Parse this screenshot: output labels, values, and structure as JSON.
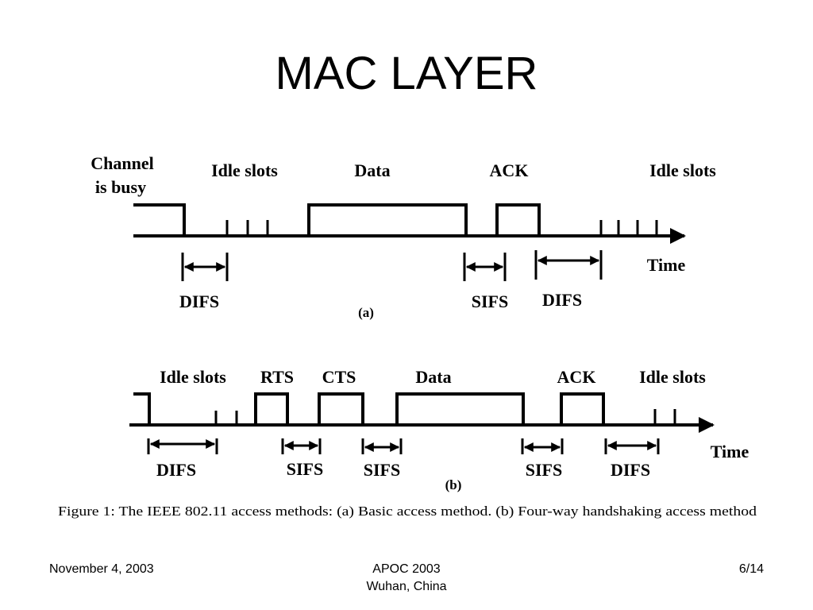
{
  "slide": {
    "title": "MAC LAYER"
  },
  "diagram_a": {
    "label": "(a)",
    "channel_line1": "Channel",
    "channel_line2": "is busy",
    "idle_slots_1": "Idle slots",
    "data": "Data",
    "ack": "ACK",
    "idle_slots_2": "Idle slots",
    "time": "Time",
    "difs_1": "DIFS",
    "sifs": "SIFS",
    "difs_2": "DIFS"
  },
  "diagram_b": {
    "label": "(b)",
    "idle_slots_1": "Idle slots",
    "rts": "RTS",
    "cts": "CTS",
    "data": "Data",
    "ack": "ACK",
    "idle_slots_2": "Idle slots",
    "time": "Time",
    "difs_1": "DIFS",
    "sifs_1": "SIFS",
    "sifs_2": "SIFS",
    "sifs_3": "SIFS",
    "difs_2": "DIFS"
  },
  "caption": "Figure 1: The IEEE 802.11 access methods: (a) Basic access method. (b) Four-way handshaking access method",
  "footer": {
    "date": "November 4, 2003",
    "conference": "APOC 2003",
    "location": "Wuhan, China",
    "page": "6/14"
  }
}
